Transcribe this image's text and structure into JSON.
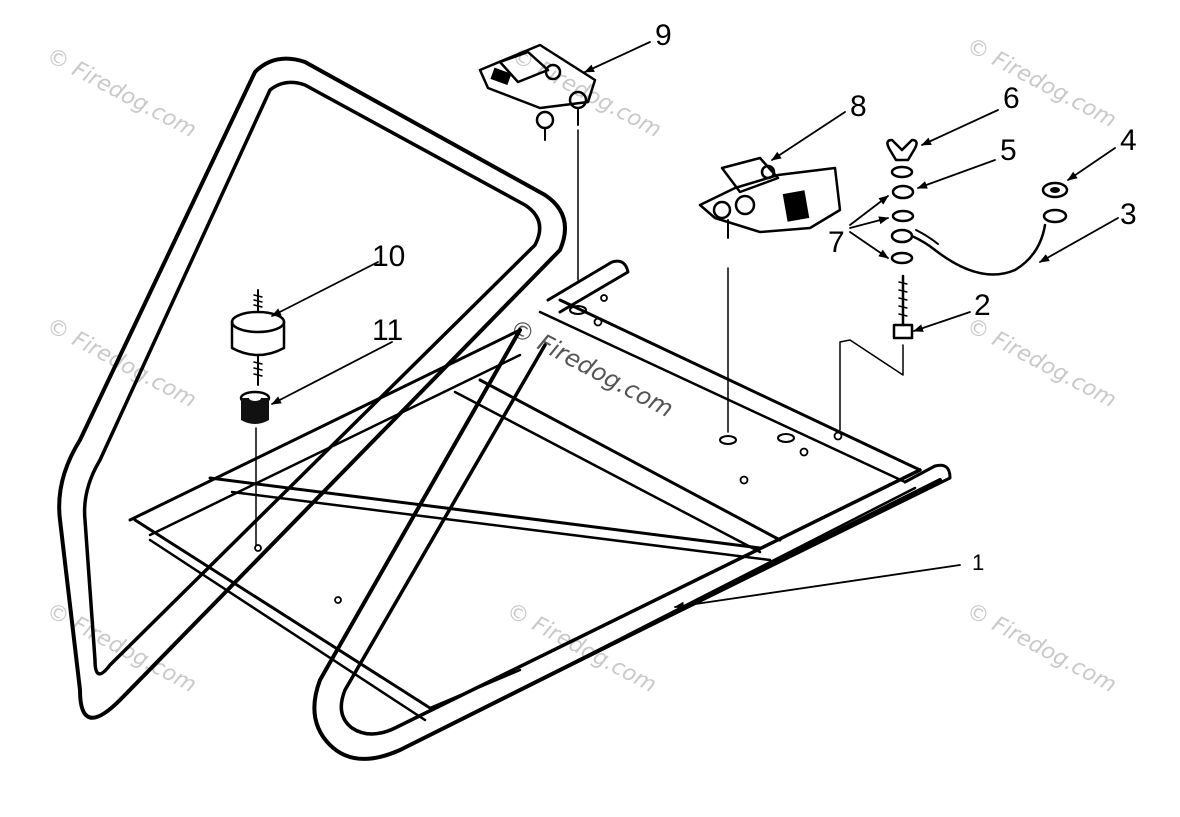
{
  "diagram": {
    "callouts": [
      "1",
      "2",
      "3",
      "4",
      "5",
      "6",
      "7",
      "8",
      "9",
      "10",
      "11"
    ],
    "watermark": "© Firedog.com"
  }
}
